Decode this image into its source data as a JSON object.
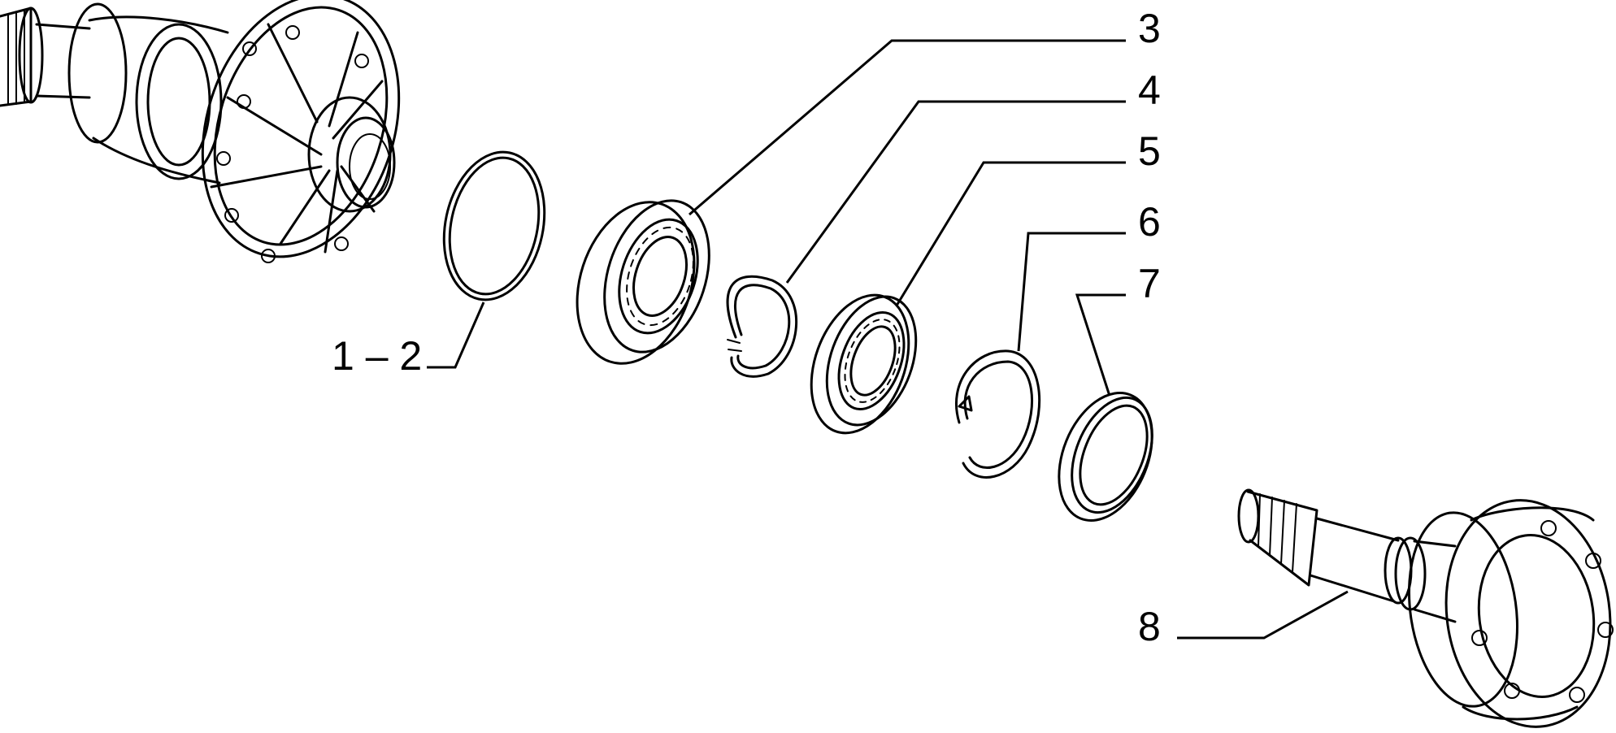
{
  "diagram": {
    "labels": {
      "p12": "1 – 2",
      "p3": "3",
      "p4": "4",
      "p5": "5",
      "p6": "6",
      "p7": "7",
      "p8": "8"
    },
    "colors": {
      "line": "#000000",
      "background": "#ffffff"
    }
  }
}
